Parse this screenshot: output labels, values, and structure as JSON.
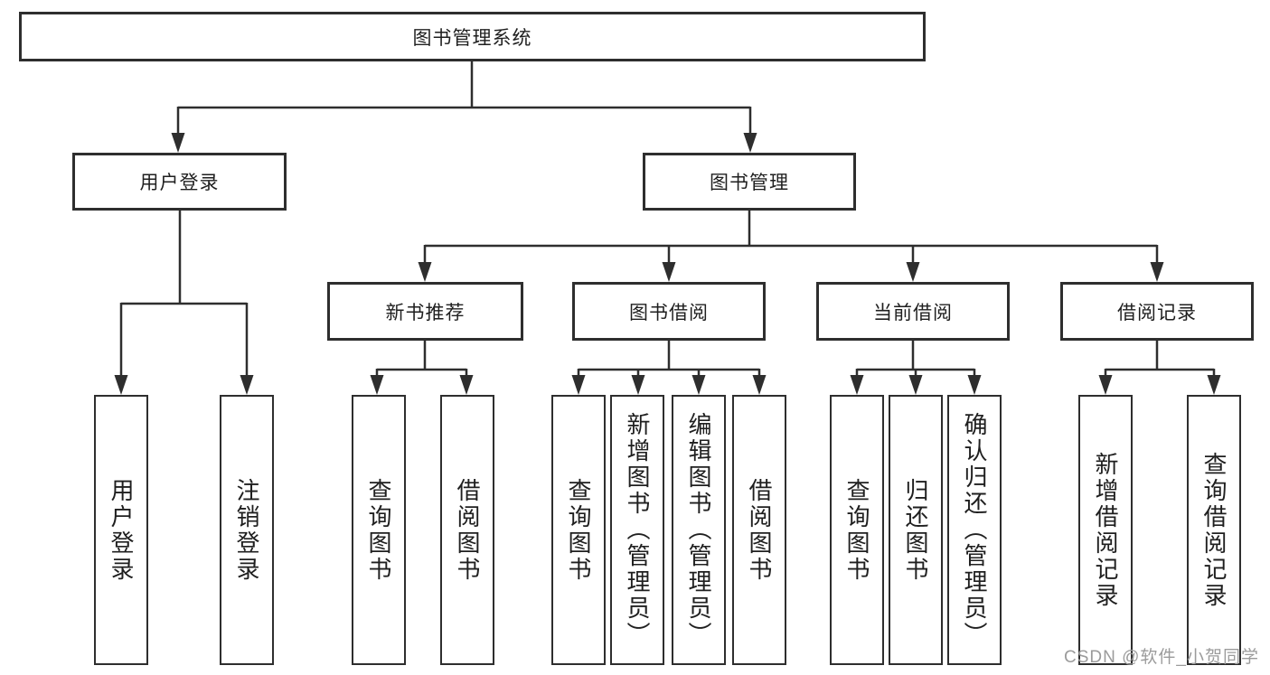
{
  "diagram": {
    "root": {
      "label": "图书管理系统"
    },
    "level2": [
      {
        "id": "user-login",
        "label": "用户登录"
      },
      {
        "id": "book-management",
        "label": "图书管理"
      }
    ],
    "level3": [
      {
        "id": "new-book-recommend",
        "parent": "book-management",
        "label": "新书推荐"
      },
      {
        "id": "book-borrowing",
        "parent": "book-management",
        "label": "图书借阅"
      },
      {
        "id": "current-borrowing",
        "parent": "book-management",
        "label": "当前借阅"
      },
      {
        "id": "borrowing-records",
        "parent": "book-management",
        "label": "借阅记录"
      }
    ],
    "leaves": [
      {
        "parent": "user-login",
        "label": "用户登录"
      },
      {
        "parent": "user-login",
        "label": "注销登录"
      },
      {
        "parent": "new-book-recommend",
        "label": "查询图书"
      },
      {
        "parent": "new-book-recommend",
        "label": "借阅图书"
      },
      {
        "parent": "book-borrowing",
        "label": "查询图书"
      },
      {
        "parent": "book-borrowing",
        "label": "新增图书（管理员）"
      },
      {
        "parent": "book-borrowing",
        "label": "编辑图书（管理员）"
      },
      {
        "parent": "book-borrowing",
        "label": "借阅图书"
      },
      {
        "parent": "current-borrowing",
        "label": "查询图书"
      },
      {
        "parent": "current-borrowing",
        "label": "归还图书"
      },
      {
        "parent": "current-borrowing",
        "label": "确认归还（管理员）"
      },
      {
        "parent": "borrowing-records",
        "label": "新增借阅记录"
      },
      {
        "parent": "borrowing-records",
        "label": "查询借阅记录"
      }
    ]
  },
  "watermark": {
    "text": "CSDN @软件_小贺同学"
  },
  "colors": {
    "background": "#ffffff",
    "box_border": "#2e2e2e",
    "connector": "#2e2e2e",
    "text": "#1f1f1f",
    "watermark": "#9b9b9b"
  }
}
